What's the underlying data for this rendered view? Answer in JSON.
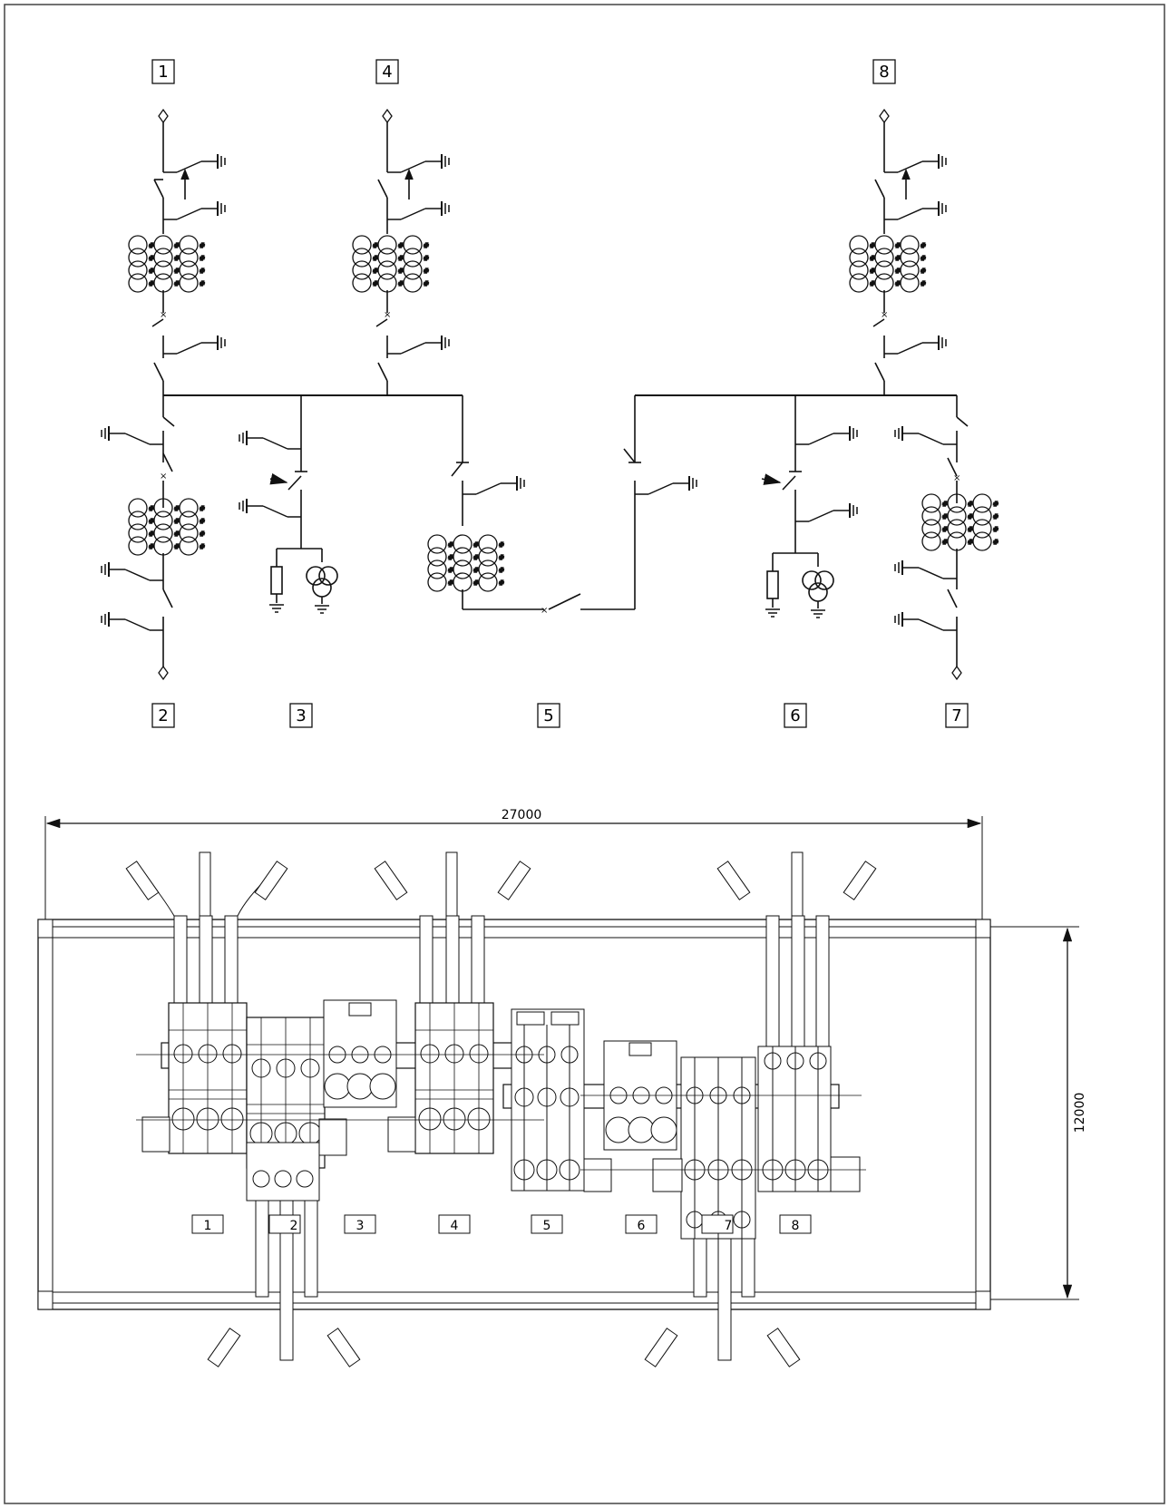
{
  "schematic": {
    "bays": [
      {
        "id": "1",
        "label": "1"
      },
      {
        "id": "2",
        "label": "2"
      },
      {
        "id": "3",
        "label": "3"
      },
      {
        "id": "4",
        "label": "4"
      },
      {
        "id": "5",
        "label": "5"
      },
      {
        "id": "6",
        "label": "6"
      },
      {
        "id": "7",
        "label": "7"
      },
      {
        "id": "8",
        "label": "8"
      }
    ]
  },
  "layout": {
    "width_dimension": "27000",
    "height_dimension": "12000",
    "bays": [
      "1",
      "2",
      "3",
      "4",
      "5",
      "6",
      "7",
      "8"
    ]
  },
  "colors": {
    "line": "#111111",
    "background": "#ffffff",
    "frame": "#444444"
  }
}
